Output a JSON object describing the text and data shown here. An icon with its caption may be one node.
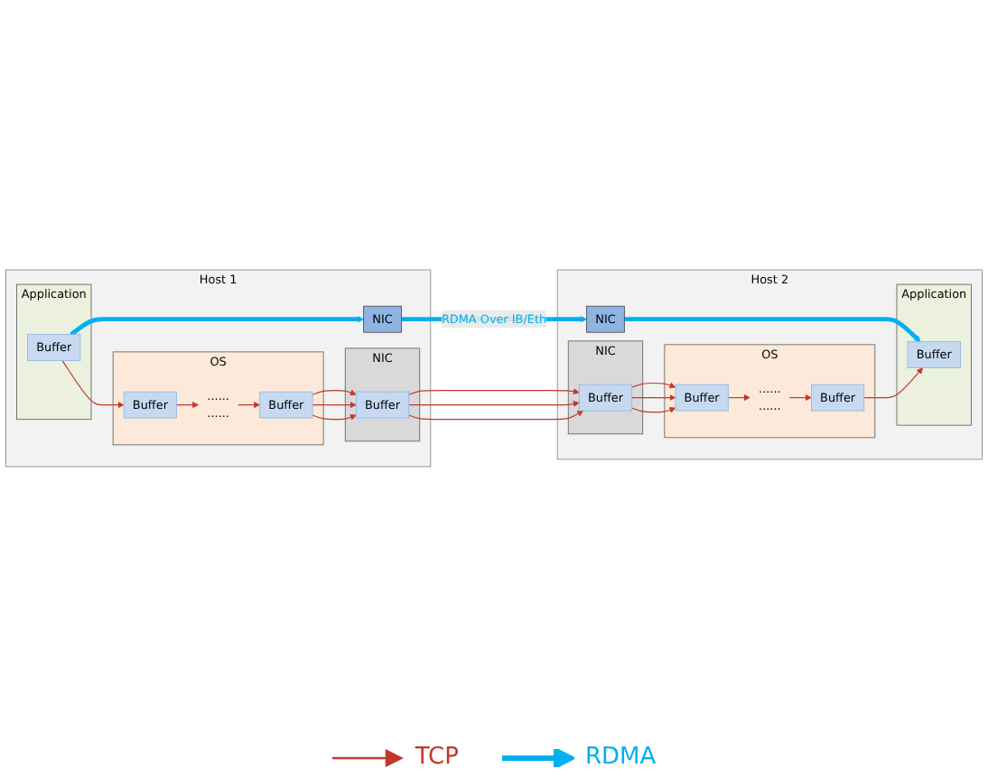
{
  "diagram": {
    "nodes": [
      {
        "text": [
          "Host 1"
        ]
      },
      {
        "text": [
          "Application"
        ],
        "in": 0
      },
      {
        "text": [
          "Buffer"
        ],
        "in": 1
      },
      {
        "text": [
          "OS"
        ],
        "in": 0
      },
      {
        "text": [
          "Buffer"
        ],
        "in": 3
      },
      {
        "text": [
          "......",
          "......"
        ],
        "in": 3
      },
      {
        "text": [
          "Buffer"
        ],
        "in": 3
      },
      {
        "text": [
          "NIC"
        ],
        "in": 0
      },
      {
        "text": [
          "Buffer"
        ],
        "in": 7
      },
      {
        "text": [
          "NIC"
        ],
        "in": 0
      },
      {
        "text": [
          "Host 2"
        ]
      },
      {
        "text": [
          "Application"
        ],
        "in": 10
      },
      {
        "text": [
          "Buffer"
        ],
        "in": 11
      },
      {
        "text": [
          "OS"
        ],
        "in": 10
      },
      {
        "text": [
          "Buffer"
        ],
        "in": 13
      },
      {
        "text": [
          "......",
          "......"
        ],
        "in": 13
      },
      {
        "text": [
          "Buffer"
        ],
        "in": 13
      },
      {
        "text": [
          "NIC"
        ],
        "in": 10
      },
      {
        "text": [
          "Buffer"
        ],
        "in": 17
      },
      {
        "text": [
          "NIC"
        ],
        "in": 10
      }
    ],
    "edges": [
      {
        "from": 2,
        "to": 4,
        "arrow": "to"
      },
      {
        "from": 4,
        "to": 5,
        "arrow": "to"
      },
      {
        "from": 5,
        "to": 6,
        "arrow": "to"
      },
      {
        "from": 6,
        "to": 8,
        "arrow": "to"
      },
      {
        "from": 6,
        "to": 8,
        "arrow": "to"
      },
      {
        "from": 6,
        "to": 8,
        "arrow": "to"
      },
      {
        "from": 2,
        "to": 9,
        "arrow": "to",
        "style": "thick",
        "color": "#00b0f0"
      },
      {
        "from": 9,
        "to": 19,
        "arrow": "to",
        "label": "RDMA Over IB/Eth",
        "style": "thick",
        "color": "#00b0f0"
      },
      {
        "from": 8,
        "to": 18,
        "arrow": "to"
      },
      {
        "from": 8,
        "to": 18,
        "arrow": "to"
      },
      {
        "from": 8,
        "to": 18,
        "arrow": "to"
      },
      {
        "from": 19,
        "to": 12,
        "arrow": "to",
        "style": "thick",
        "color": "#00b0f0"
      },
      {
        "from": 18,
        "to": 16,
        "arrow": "to"
      },
      {
        "from": 18,
        "to": 16,
        "arrow": "to"
      },
      {
        "from": 18,
        "to": 16,
        "arrow": "to"
      },
      {
        "from": 16,
        "to": 15,
        "arrow": "to"
      },
      {
        "from": 15,
        "to": 14,
        "arrow": "to"
      },
      {
        "from": 14,
        "to": 12,
        "arrow": "to"
      }
    ],
    "legend": [
      {
        "text": "TCP"
      },
      {
        "text": "RDMA"
      }
    ]
  }
}
